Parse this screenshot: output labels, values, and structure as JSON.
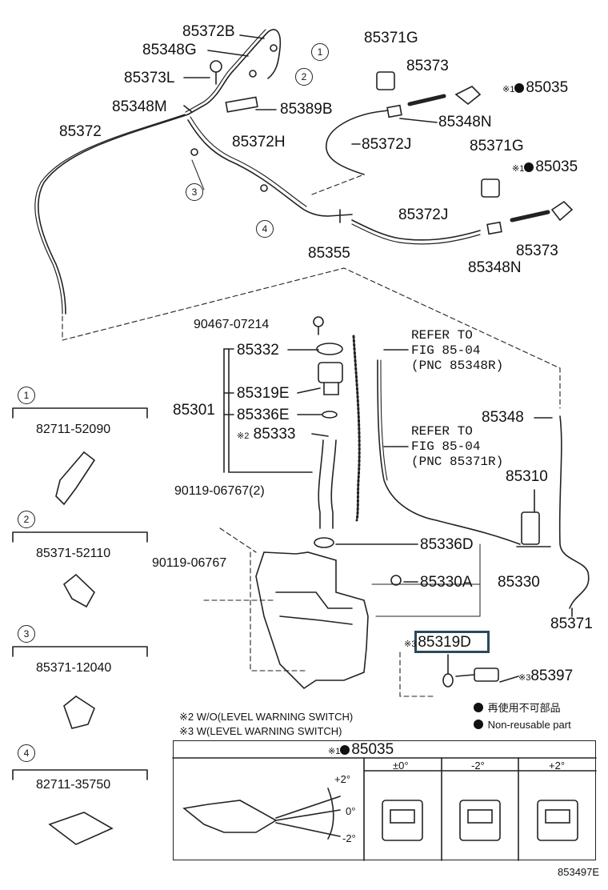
{
  "figure_code": "853497E",
  "callouts": {
    "p85372B": "85372B",
    "p85348G": "85348G",
    "p85373L": "85373L",
    "p85348M": "85348M",
    "p85389B": "85389B",
    "p85372": "85372",
    "p85372H": "85372H",
    "p85371G_a": "85371G",
    "p85373_a": "85373",
    "p85035_a": "85035",
    "p85348N_a": "85348N",
    "p85372J_a": "85372J",
    "p85371G_b": "85371G",
    "p85035_b": "85035",
    "p85372J_b": "85372J",
    "p85373_b": "85373",
    "p85348N_b": "85348N",
    "p85355": "85355",
    "p90467": "90467-07214",
    "p85332": "85332",
    "p85319E": "85319E",
    "p85301": "85301",
    "p85336E": "85336E",
    "p85333": "85333",
    "p90119a": "90119-06767(2)",
    "p90119b": "90119-06767",
    "p85336D": "85336D",
    "p85330A": "85330A",
    "p85330": "85330",
    "p85348": "85348",
    "p85310": "85310",
    "p85371": "85371",
    "p85319D": "85319D",
    "p85397": "85397"
  },
  "marks": {
    "m1": "※1",
    "m2": "※2",
    "m3": "※3"
  },
  "refer_a": {
    "l1": "REFER TO",
    "l2": "FIG 85-04",
    "l3": "(PNC 85348R)"
  },
  "refer_b": {
    "l1": "REFER TO",
    "l2": "FIG 85-04",
    "l3": "(PNC 85371R)"
  },
  "circle_nums": [
    "1",
    "2",
    "3",
    "4"
  ],
  "inset_parts": [
    "82711-52090",
    "85371-52110",
    "85371-12040",
    "82711-35750"
  ],
  "notes": {
    "w_o": "※2 W/O(LEVEL WARNING SWITCH)",
    "w": "※3 W(LEVEL WARNING SWITCH)"
  },
  "legend": {
    "jp": "再使用不可部品",
    "en": "Non-reusable part"
  },
  "table": {
    "title_mark": "※1",
    "title_part": "85035",
    "angle_plus": "+2°",
    "angle_zero": "0°",
    "angle_minus": "-2°",
    "col1": "±0°",
    "col2": "-2°",
    "col3": "+2°"
  }
}
